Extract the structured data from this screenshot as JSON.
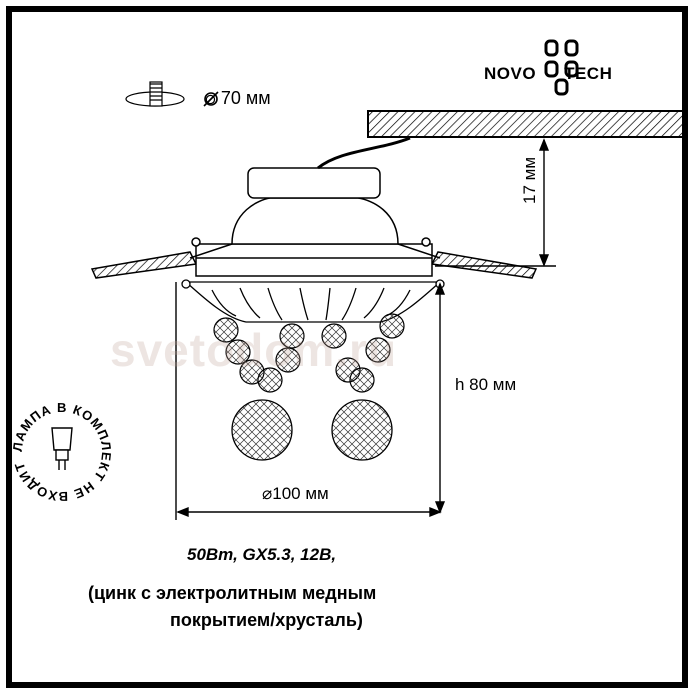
{
  "brand": {
    "left": "NOVO",
    "right": "TECH"
  },
  "cutout": {
    "label": "⌀ 70 мм"
  },
  "dimensions": {
    "ceiling_depth": "17 мм",
    "height": "h 80 мм",
    "diameter": "⌀100 мм"
  },
  "bulb_note": "ЛАМПА В КОМПЛЕКТ НЕ ВХОДИТ",
  "watermark": "svetodom.ru",
  "specs": {
    "line1": "50Вт, GX5.3, 12В,",
    "line2": "(цинк с электролитным медным",
    "line3": "покрытием/хрусталь)"
  }
}
